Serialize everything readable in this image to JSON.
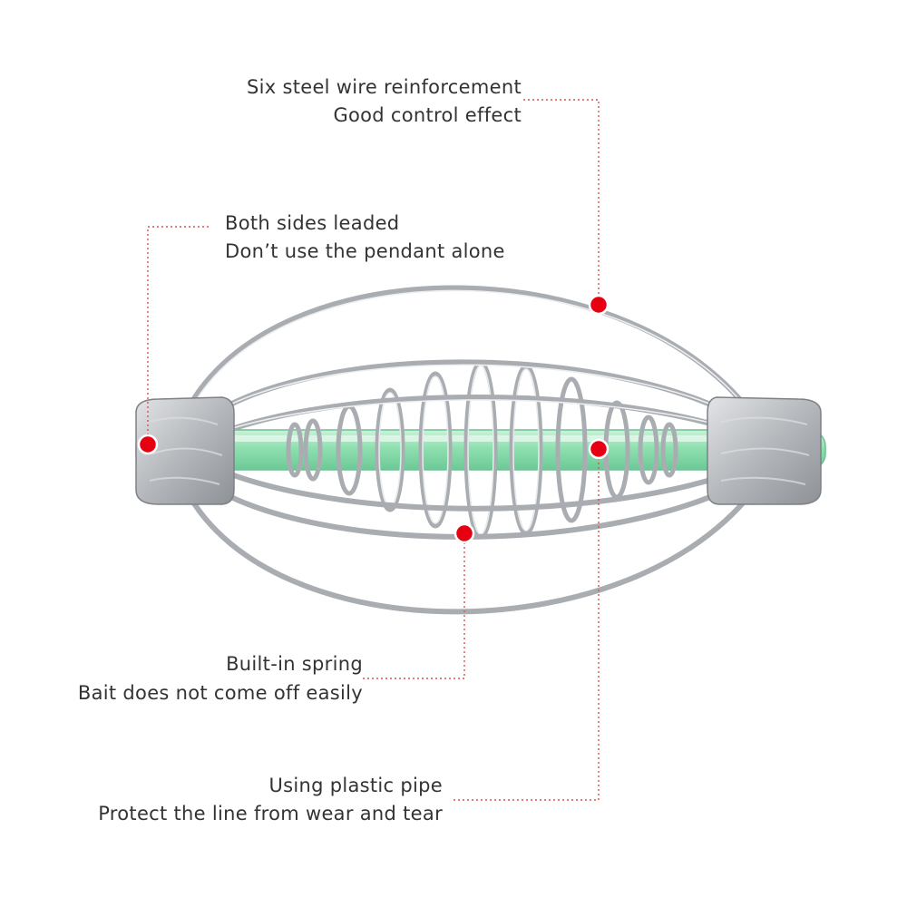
{
  "callouts": {
    "wire": {
      "line1": "Six steel wire reinforcement",
      "line2": "Good control effect"
    },
    "leaded": {
      "line1": "Both sides leaded",
      "line2": "Don’t use the pendant alone"
    },
    "spring": {
      "line1": "Built-in spring",
      "line2": "Bait does not come off easily"
    },
    "pipe": {
      "line1": "Using plastic pipe",
      "line2": "Protect the line from wear and tear"
    }
  },
  "colors": {
    "marker": "#e60012",
    "leader": "#d9534f",
    "wire": "#a9adb1",
    "pipe": "#8fe0b0",
    "lead_weight": "#b9bcc0"
  }
}
